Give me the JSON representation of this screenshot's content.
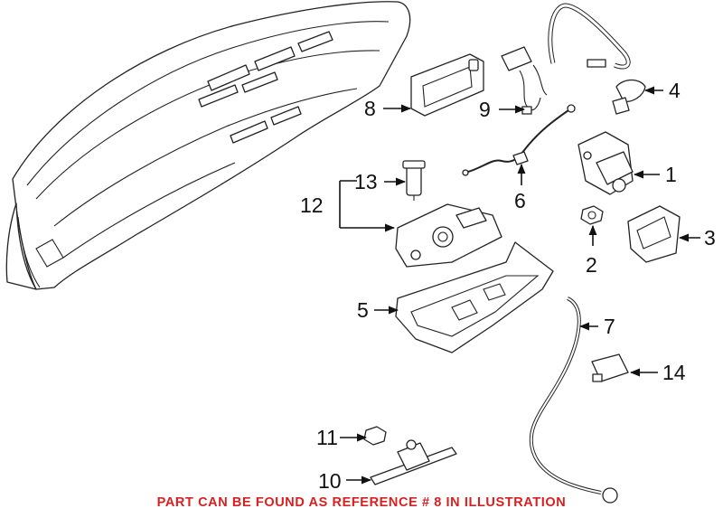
{
  "callouts": [
    "1",
    "2",
    "3",
    "4",
    "5",
    "6",
    "7",
    "8",
    "9",
    "10",
    "11",
    "12",
    "13",
    "14"
  ],
  "notice": "PART CAN BE FOUND AS REFERENCE # 8 IN ILLUSTRATION",
  "colors": {
    "notice": "#d92020",
    "line": "#222222",
    "background": "#ffffff"
  }
}
